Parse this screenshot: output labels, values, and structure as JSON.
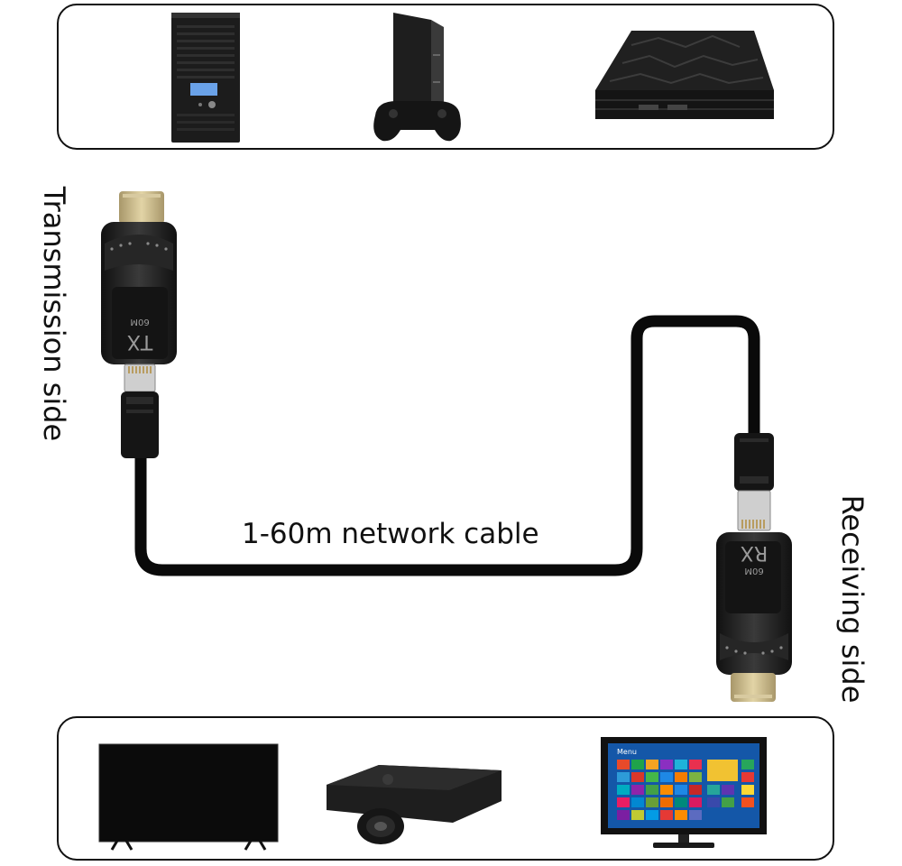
{
  "labels": {
    "transmission": "Transmission side",
    "receiving": "Receiving side",
    "cable": "1-60m network cable"
  },
  "source_devices": [
    {
      "icon": "desktop-pc-icon"
    },
    {
      "icon": "game-console-icon"
    },
    {
      "icon": "tv-box-icon"
    }
  ],
  "display_devices": [
    {
      "icon": "television-icon"
    },
    {
      "icon": "projector-icon"
    },
    {
      "icon": "monitor-icon",
      "screen_title": "Menu"
    }
  ],
  "tx_unit": {
    "code": "TX",
    "sub": "60M"
  },
  "rx_unit": {
    "code": "RX",
    "sub": "60M"
  },
  "colors": {
    "frame": "#111111",
    "device": "#1c1c1c",
    "hdmi_plug": "#c8b88a",
    "screen": "#1457a8"
  }
}
